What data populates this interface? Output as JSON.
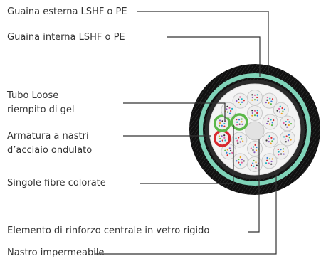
{
  "diagram": {
    "labels": {
      "outer_sheath": "Guaina esterna LSHF o PE",
      "inner_sheath": "Guaina interna LSHF o PE",
      "loose_tube_line1": "Tubo Loose",
      "loose_tube_line2": "riempito di gel",
      "armour_line1": "Armatura a nastri",
      "armour_line2": "d’acciaio ondulato",
      "colored_fibres": "Singole fibre colorate",
      "strength_member": "Elemento di rinforzo centrale in vetro rigido",
      "water_tape": "Nastro impermeabile"
    },
    "colors": {
      "outer_sheath": "#1a1a1a",
      "inner_sheath": "#7fd3b8",
      "armour": "#2b2b2b",
      "tube_fill": "#eeeeee",
      "tube_stroke": "#c8c8c8",
      "highlight_green": "#5bb84a",
      "highlight_red": "#d8282f",
      "leader_line": "#333333"
    }
  }
}
